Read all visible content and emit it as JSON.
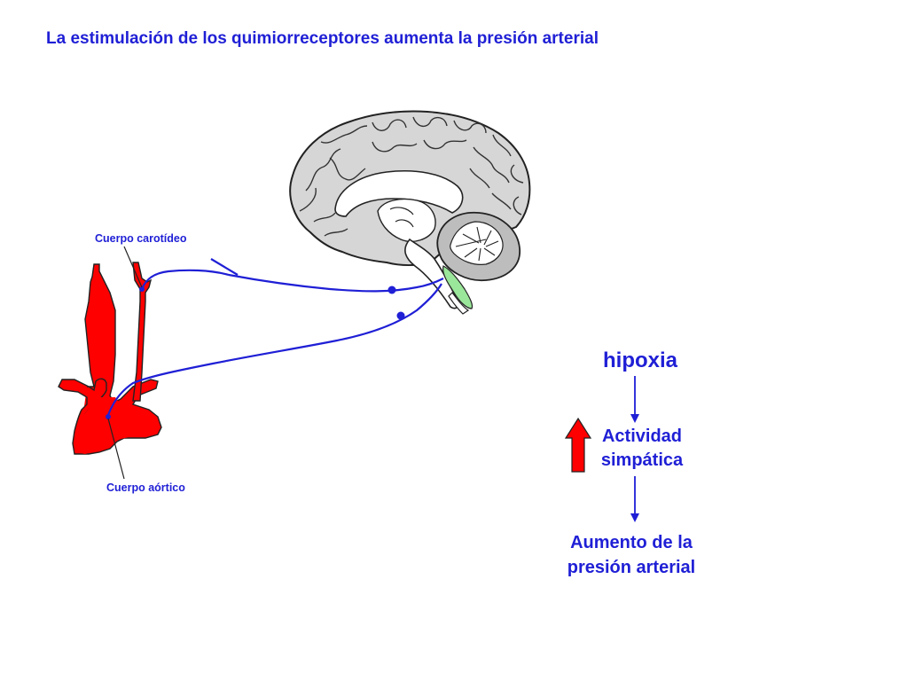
{
  "slide": {
    "title": "La estimulación de los quimiorreceptores aumenta la presión arterial"
  },
  "labels": {
    "carotid": "Cuerpo carotídeo",
    "aortic": "Cuerpo aórtico"
  },
  "flow": {
    "step1": "hipoxia",
    "step2_line1": "Actividad",
    "step2_line2": "simpática",
    "step3_line1": "Aumento de la",
    "step3_line2": "presión arterial",
    "increase_indicator": "up-arrow-icon"
  },
  "colors": {
    "text": "#1f1fd6",
    "nerve": "#1f1fd6",
    "vessel": "#ff0000",
    "brain_fill": "#d4d4d4",
    "cerebellum_fill": "#bdbdbd",
    "medulla_highlight": "#9ae69a"
  }
}
